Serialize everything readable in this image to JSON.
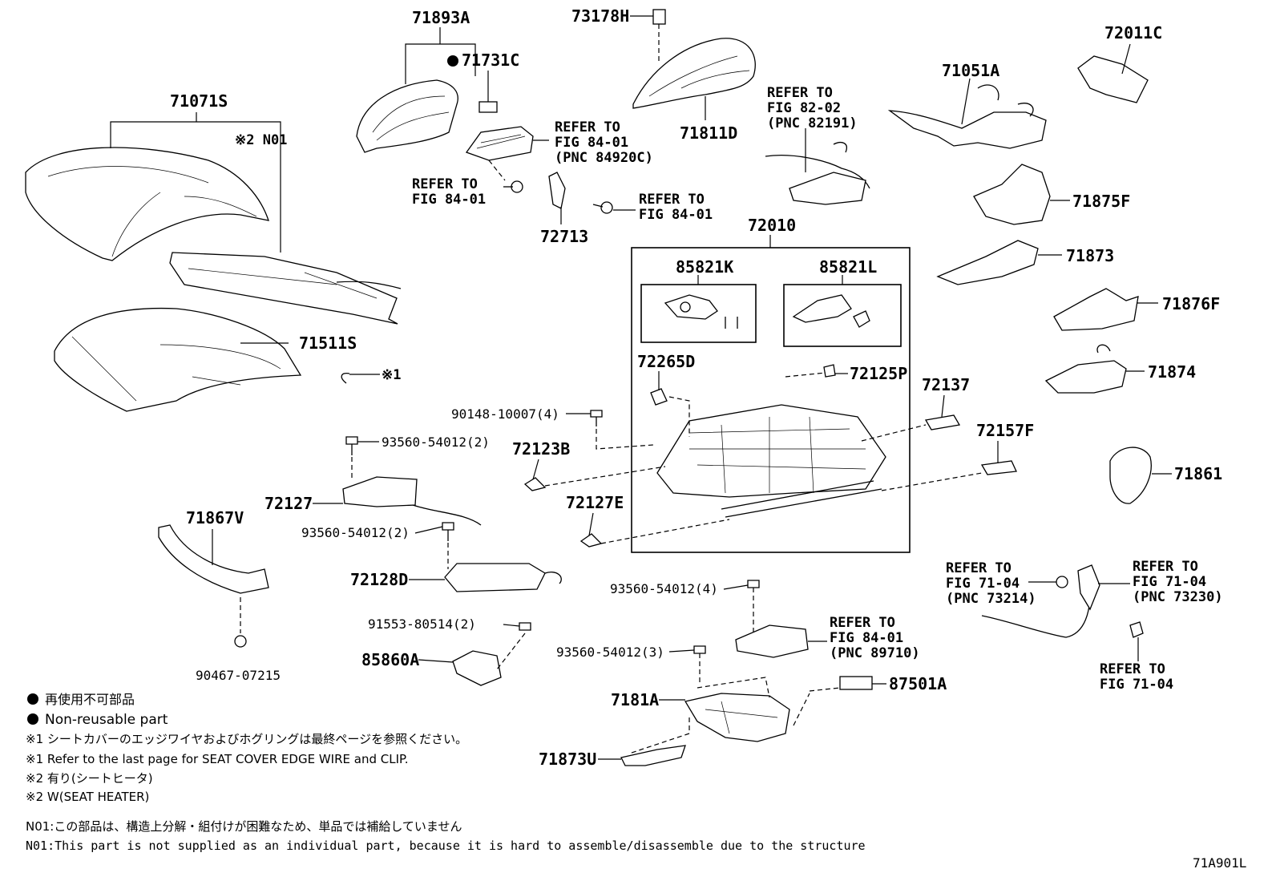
{
  "parts": {
    "p71893A": "71893A",
    "p71731C": "71731C",
    "p73178H": "73178H",
    "p72011C": "72011C",
    "p71071S": "71071S",
    "pN01": "※2 N01",
    "p71811D": "71811D",
    "p71051A": "71051A",
    "p72713": "72713",
    "p72010": "72010",
    "p85821K": "85821K",
    "p85821L": "85821L",
    "p71875F": "71875F",
    "p71873": "71873",
    "p71876F": "71876F",
    "p71874": "71874",
    "p71511S": "71511S",
    "p72265D": "72265D",
    "p72125P": "72125P",
    "p72137": "72137",
    "p90148": "90148-10007(4)",
    "p93560_2a": "93560-54012(2)",
    "p72123B": "72123B",
    "p72157F": "72157F",
    "p71861": "71861",
    "p72127": "72127",
    "p71867V": "71867V",
    "p72127E": "72127E",
    "p93560_2b": "93560-54012(2)",
    "p72128D": "72128D",
    "p93560_4": "93560-54012(4)",
    "p91553": "91553-80514(2)",
    "p93560_3": "93560-54012(3)",
    "p85860A": "85860A",
    "p90467": "90467-07215",
    "p7181A": "7181A",
    "p87501A": "87501A",
    "p71873U": "71873U",
    "clip_mark": "※1"
  },
  "refs": {
    "r1": [
      "REFER TO",
      "FIG 84-01",
      "(PNC 84920C)"
    ],
    "r2": [
      "REFER TO",
      "FIG 84-01"
    ],
    "r3": [
      "REFER TO",
      "FIG 84-01"
    ],
    "r4": [
      "REFER TO",
      "FIG 82-02",
      "(PNC 82191)"
    ],
    "r5": [
      "REFER TO",
      "FIG 71-04",
      "(PNC 73214)"
    ],
    "r6": [
      "REFER TO",
      "FIG 71-04",
      "(PNC 73230)"
    ],
    "r7": [
      "REFER TO",
      "FIG 84-01",
      "(PNC 89710)"
    ],
    "r8": [
      "REFER TO",
      "FIG 71-04"
    ]
  },
  "legend": {
    "nonreusable_jp": "再使用不可部品",
    "nonreusable_en": "Non-reusable part",
    "note1_jp": "※1 シートカバーのエッジワイヤおよびホグリングは最終ページを参照ください。",
    "note1_en": "※1 Refer to the last page for SEAT COVER EDGE WIRE and CLIP.",
    "note2_jp": "※2 有り(シートヒータ)",
    "note2_en": "※2 W(SEAT HEATER)",
    "n01_jp": "N01:この部品は、構造上分解・組付けが困難なため、単品では補給していません",
    "n01_en": "N01:This part is not supplied as an individual part, because it is hard to assemble/disassemble due to the structure"
  },
  "figure_code": "71A901L"
}
